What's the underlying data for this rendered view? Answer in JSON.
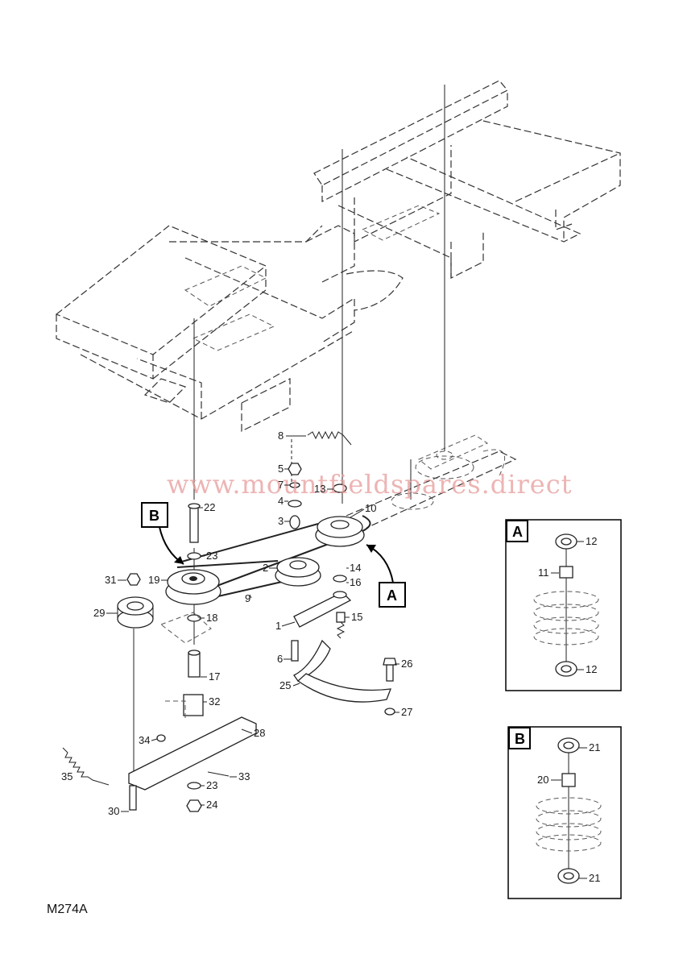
{
  "diagram_code": "M274A",
  "watermark": "www.mountfieldspares.direct",
  "callouts": {
    "A": "A",
    "B": "B"
  },
  "parts": {
    "p1": "1",
    "p2": "2",
    "p3": "3",
    "p4": "4",
    "p5": "5",
    "p6": "6",
    "p7": "7",
    "p8": "8",
    "p9": "9",
    "p10": "10",
    "p13": "13",
    "p14": "14",
    "p15": "15",
    "p16": "16",
    "p17": "17",
    "p18": "18",
    "p19": "19",
    "p22": "22",
    "p23a": "23",
    "p23b": "23",
    "p24": "24",
    "p25": "25",
    "p26": "26",
    "p27": "27",
    "p28": "28",
    "p29": "29",
    "p30": "30",
    "p31": "31",
    "p32": "32",
    "p33": "33",
    "p34": "34",
    "p35": "35"
  },
  "detail_a": {
    "title": "A",
    "parts": {
      "top": "12",
      "middle": "11",
      "bottom": "12"
    }
  },
  "detail_b": {
    "title": "B",
    "parts": {
      "top": "21",
      "middle": "20",
      "bottom": "21"
    }
  },
  "colors": {
    "watermark": "#e79c9c",
    "line": "#222222"
  }
}
